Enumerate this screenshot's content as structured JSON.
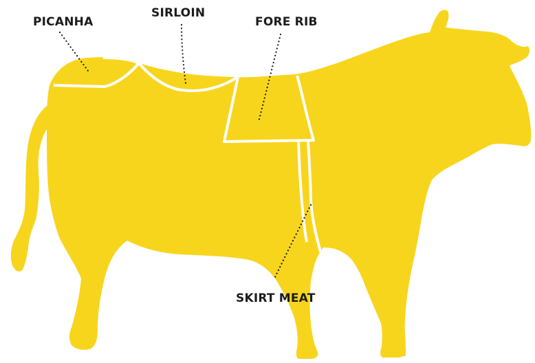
{
  "colors": {
    "animal_fill": "#f7d51d",
    "cut_outline": "#ffffff",
    "label_text": "#1c1c1c"
  },
  "cuts": {
    "picanha": "PICANHA",
    "sirloin": "SIRLOIN",
    "fore_rib": "FORE RIB",
    "skirt_meat": "SKIRT MEAT"
  }
}
